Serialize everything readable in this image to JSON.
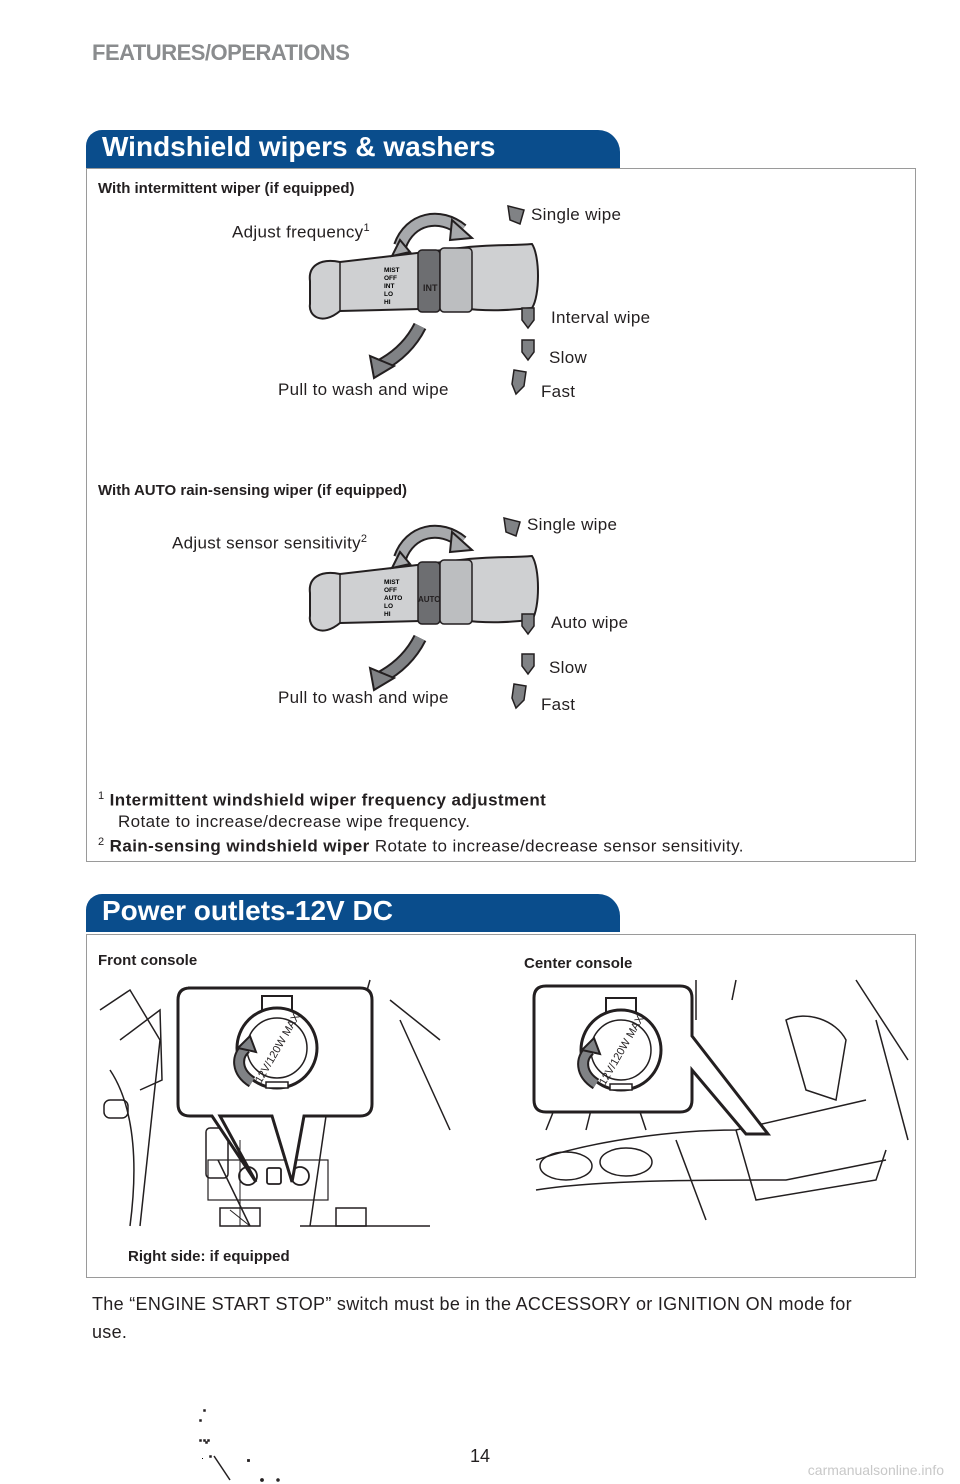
{
  "header": {
    "section": "FEATURES/OPERATIONS"
  },
  "wipers": {
    "title": "Windshield wipers & washers",
    "intermittent": {
      "heading": "With intermittent wiper (if equipped)",
      "adjust": "Adjust frequency",
      "adjust_sup": "1",
      "single": "Single wipe",
      "mode": "Interval wipe",
      "slow": "Slow",
      "fast": "Fast",
      "pull": "Pull to wash and wipe",
      "stalk_band": "INT",
      "stalk_modes": [
        "MIST",
        "OFF",
        "INT",
        "LO",
        "HI"
      ]
    },
    "auto": {
      "heading": "With AUTO rain-sensing wiper (if equipped)",
      "adjust": "Adjust sensor sensitivity",
      "adjust_sup": "2",
      "single": "Single wipe",
      "mode": "Auto wipe",
      "slow": "Slow",
      "fast": "Fast",
      "pull": "Pull to wash and wipe",
      "stalk_band": "AUTO",
      "stalk_modes": [
        "MIST",
        "OFF",
        "AUTO",
        "LO",
        "HI"
      ]
    },
    "notes": {
      "n1_sup": "1",
      "n1_title": "Intermittent windshield wiper frequency adjustment",
      "n1_text": "Rotate to increase/decrease wipe frequency.",
      "n2_sup": "2",
      "n2_title": "Rain-sensing windshield wiper",
      "n2_text": "Rotate to increase/decrease sensor sensitivity."
    }
  },
  "power": {
    "title": "Power outlets-12V DC",
    "front": "Front console",
    "center": "Center console",
    "right_side": "Right side: if equipped",
    "outlet_label": "12V/120W MAX"
  },
  "footer": {
    "text": "The “ENGINE START STOP” switch must be in the ACCESSORY or IGNITION ON mode for use."
  },
  "page_number": "14",
  "watermark": "carmanualsonline.info"
}
